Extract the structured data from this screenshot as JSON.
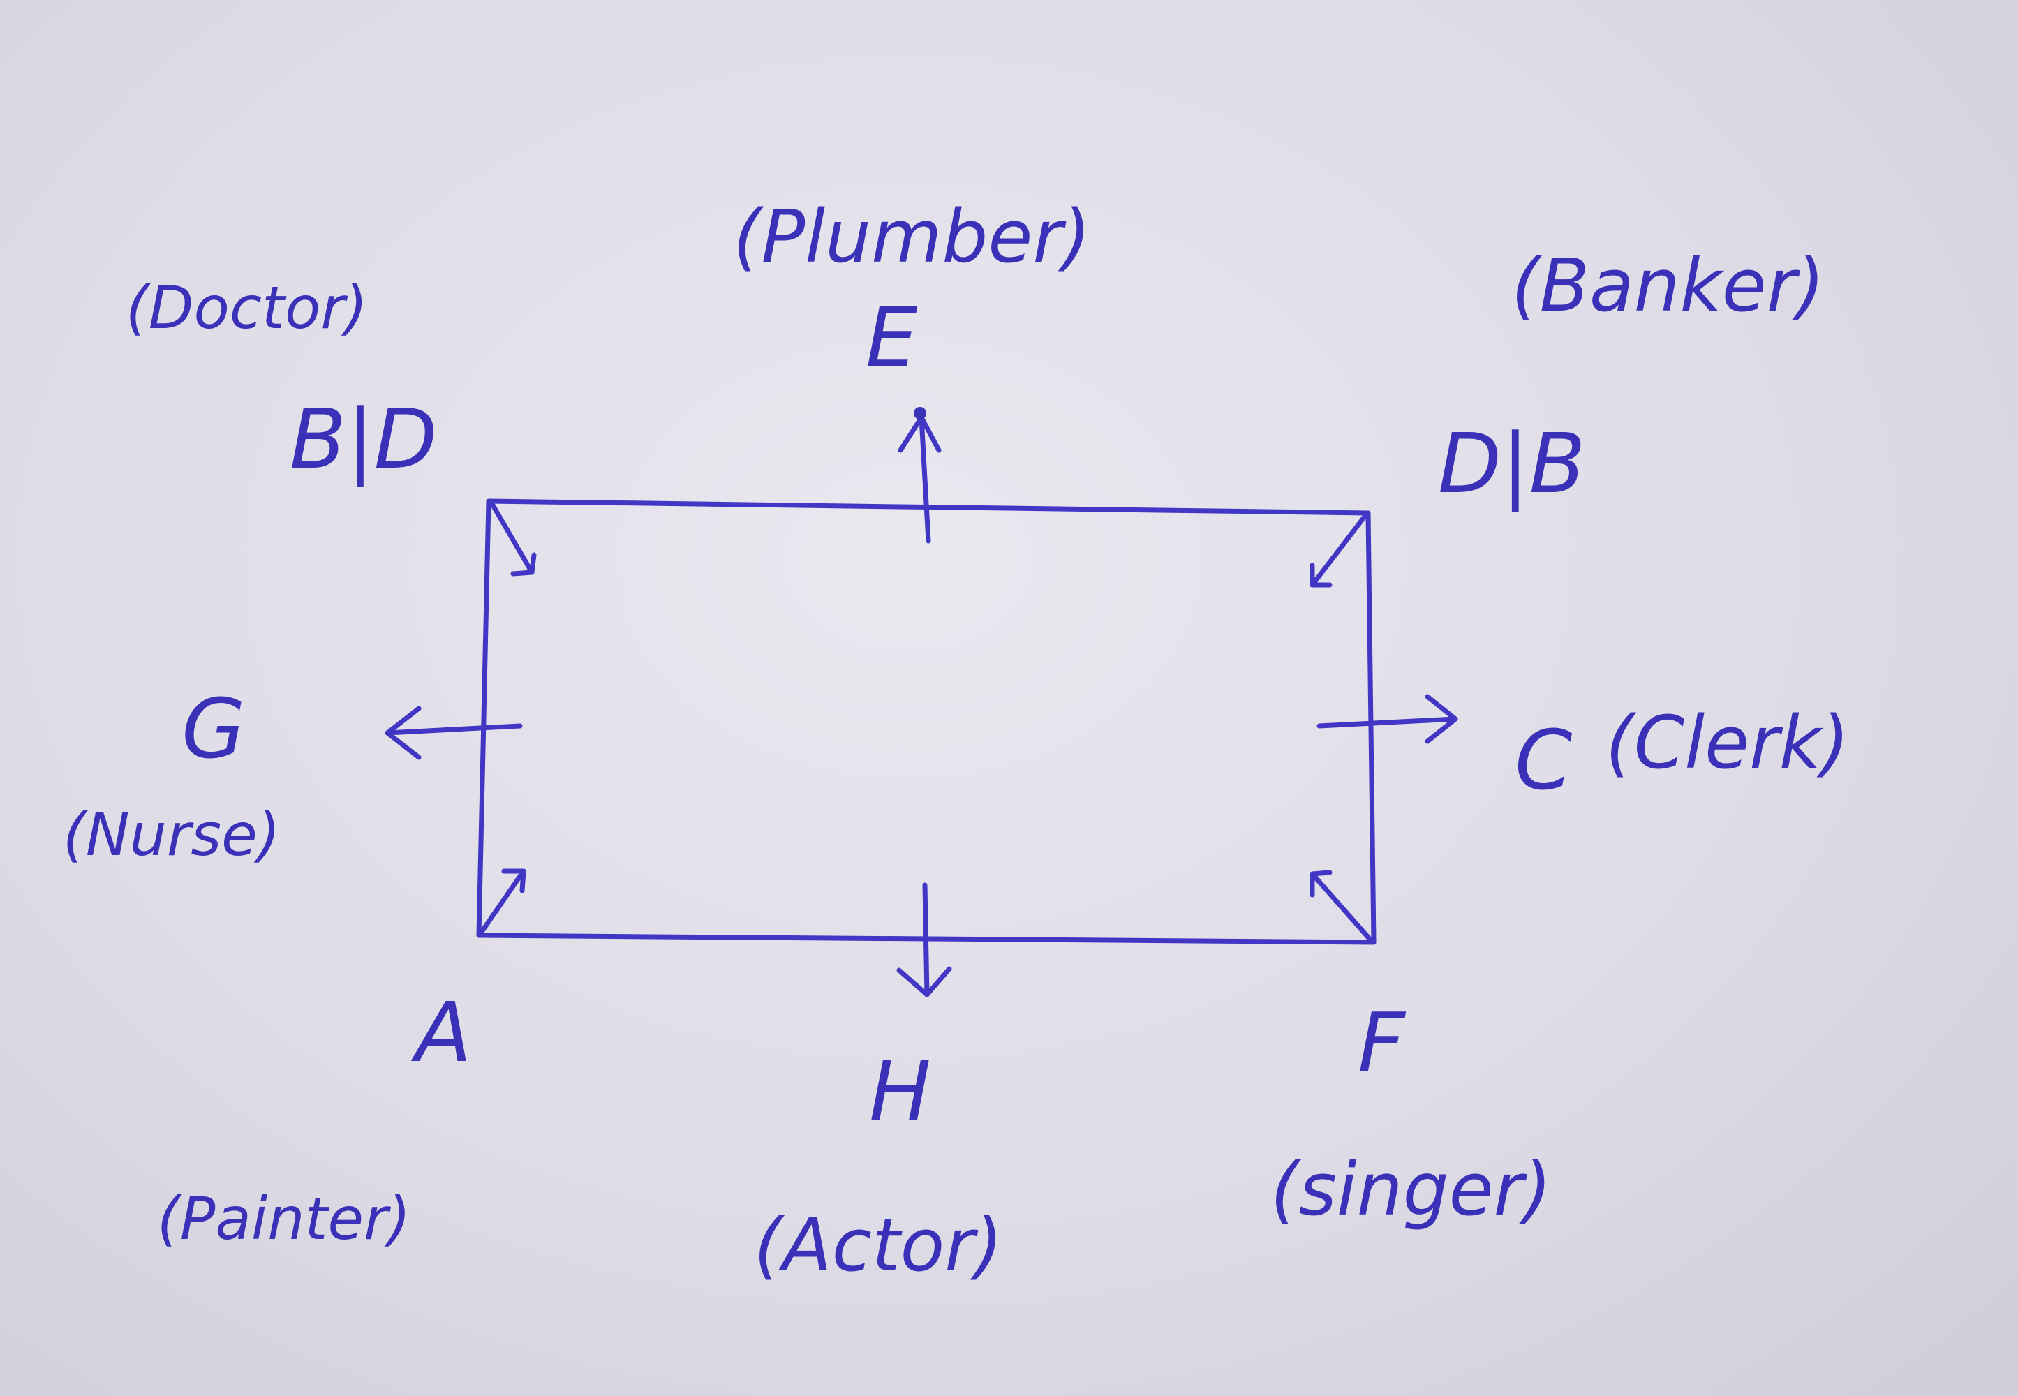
{
  "diagram": {
    "top_left": {
      "letter": "B|D",
      "job": "(Doctor)"
    },
    "top_mid": {
      "letter": "E",
      "job": "(Plumber)"
    },
    "top_right": {
      "letter": "D|B",
      "job": "(Banker)"
    },
    "left_mid": {
      "letter": "G",
      "job": "(Nurse)"
    },
    "right_mid": {
      "letter": "C",
      "job": "(Clerk)"
    },
    "bottom_left": {
      "letter": "A",
      "job": "(Painter)"
    },
    "bottom_mid": {
      "letter": "H",
      "job": "(Actor)"
    },
    "bottom_right": {
      "letter": "F",
      "job": "(singer)"
    }
  },
  "ink_color": "#4236c4"
}
